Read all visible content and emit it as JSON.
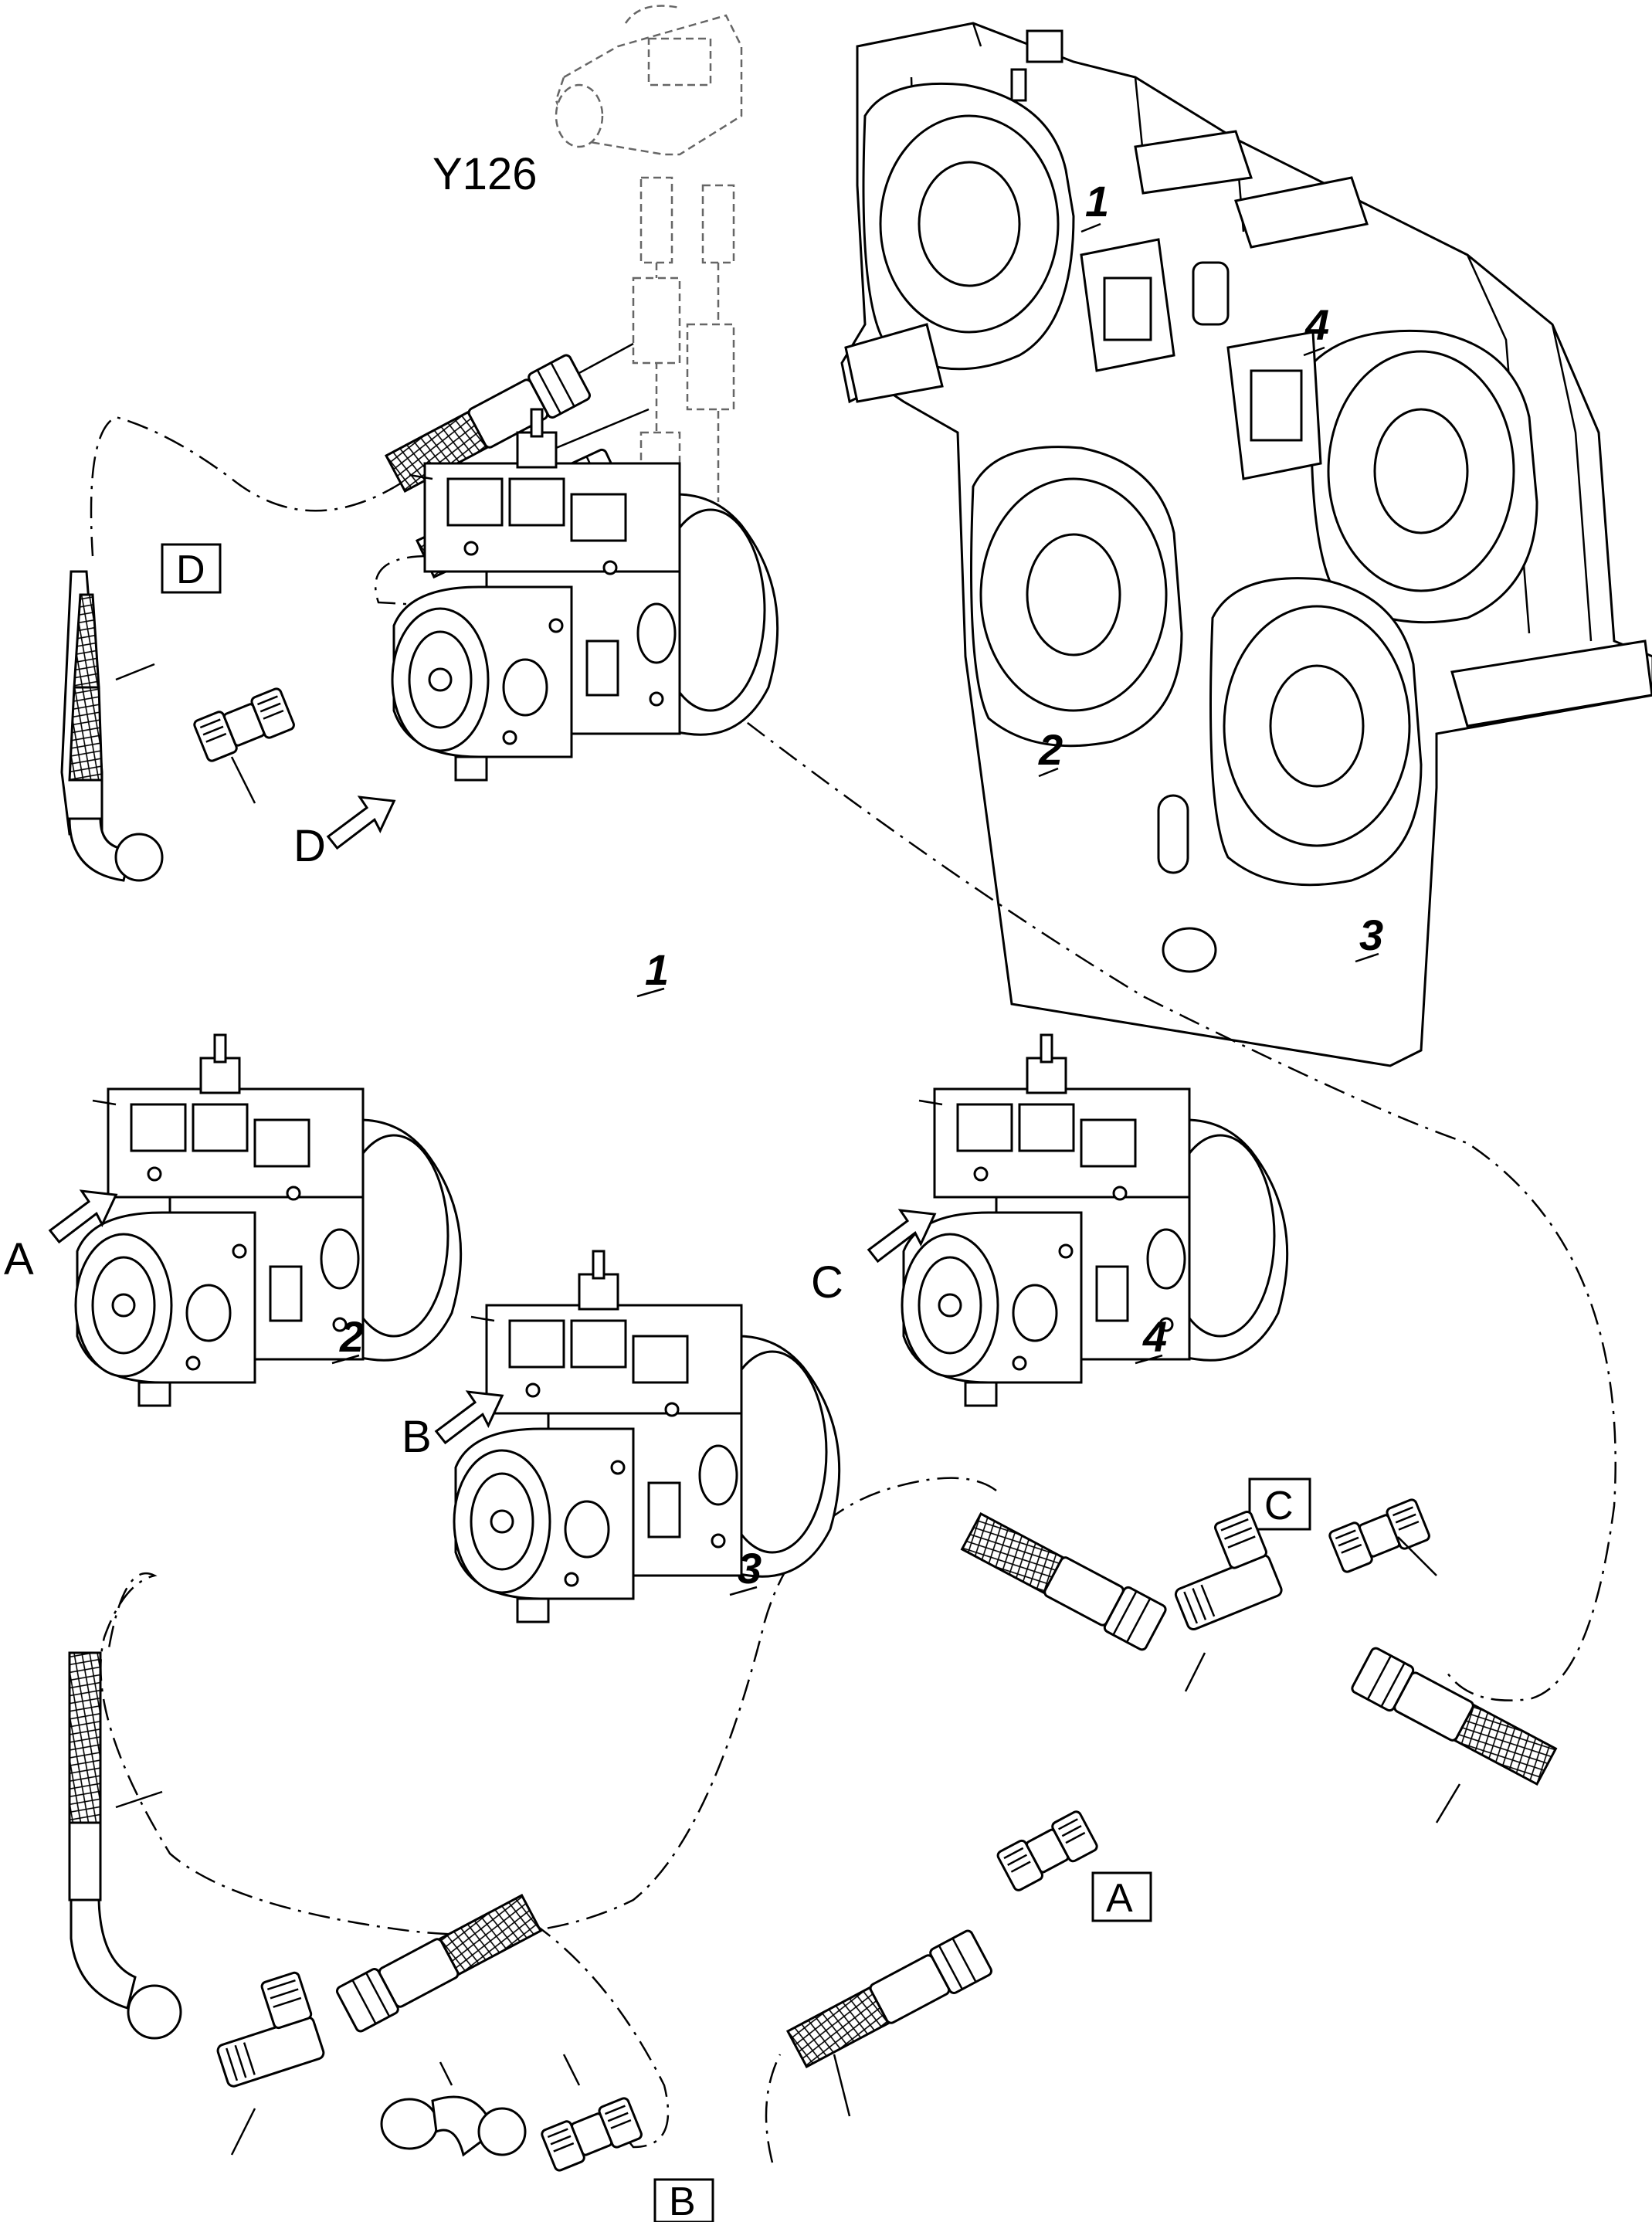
{
  "labels": {
    "valve": "Y126",
    "box_d": "D",
    "box_c": "C",
    "box_a": "A",
    "box_b": "B",
    "arrow_d": "D",
    "arrow_a": "A",
    "arrow_b": "B",
    "arrow_c": "C",
    "pump_1": "1",
    "pump_2": "2",
    "pump_3": "3",
    "pump_4": "4",
    "gearbox_1": "1",
    "gearbox_2": "2",
    "gearbox_3": "3",
    "gearbox_4": "4"
  }
}
